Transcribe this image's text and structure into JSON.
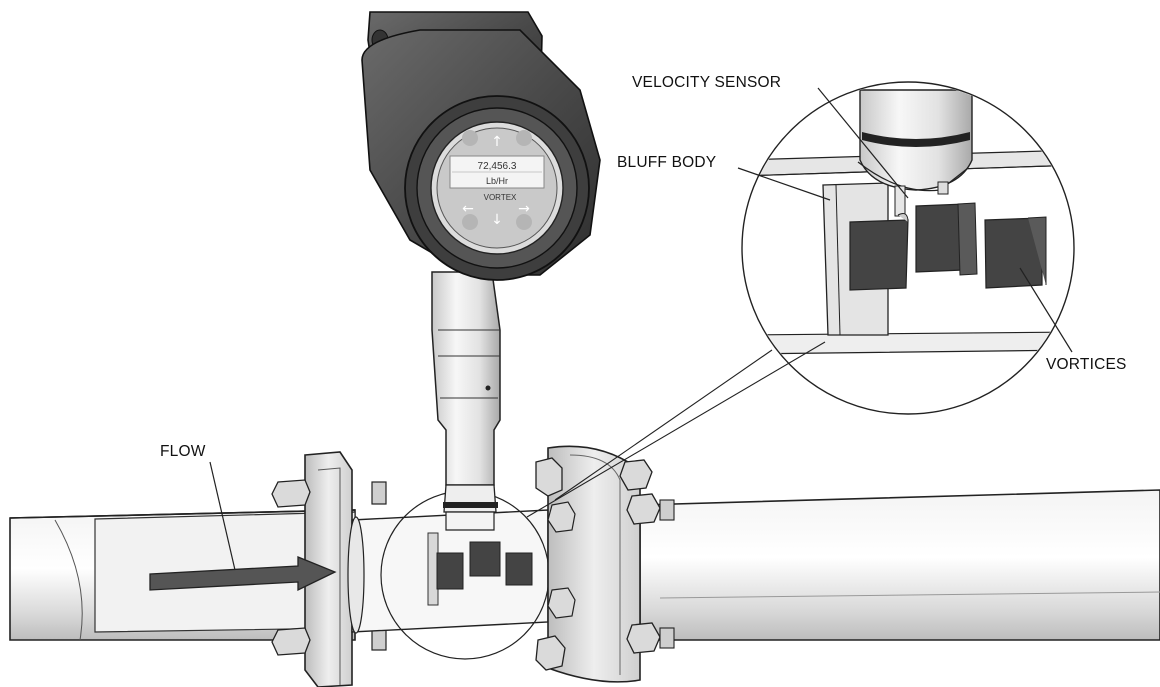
{
  "labels": {
    "velocity_sensor": "VELOCITY SENSOR",
    "bluff_body": "BLUFF BODY",
    "vortices": "VORTICES",
    "flow": "FLOW"
  },
  "display": {
    "reading": "72,456.3",
    "unit": "Lb/Hr",
    "brand": "VORTEX"
  }
}
